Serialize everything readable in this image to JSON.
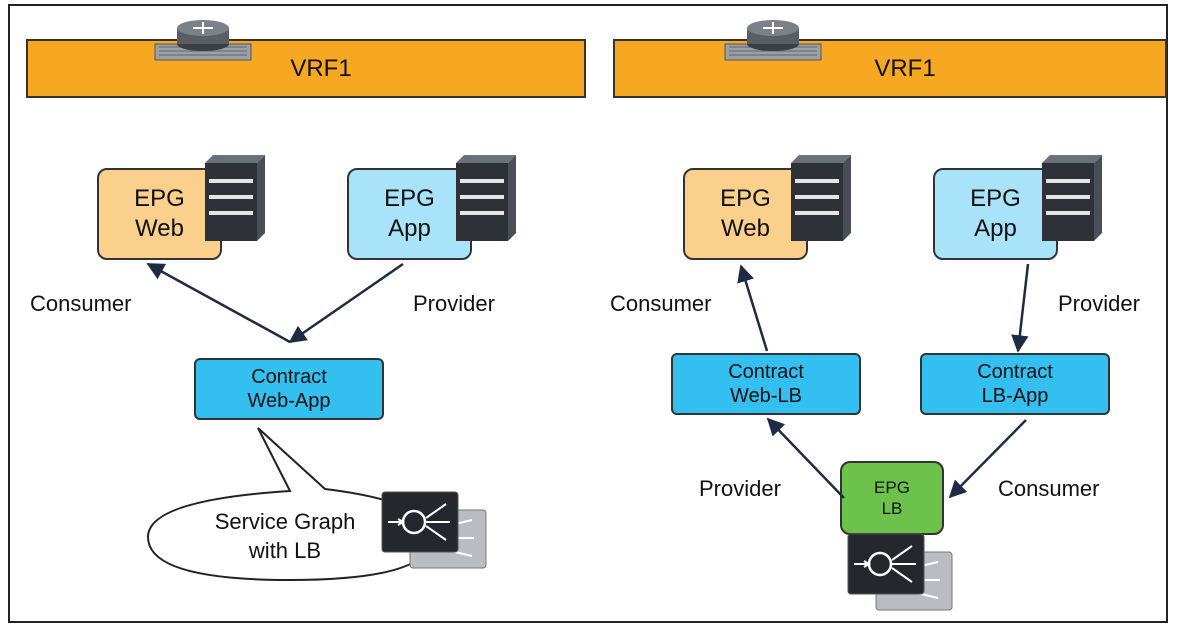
{
  "left": {
    "vrf_label": "VRF1",
    "epg_web": [
      "EPG",
      "Web"
    ],
    "epg_app": [
      "EPG",
      "App"
    ],
    "consumer_label": "Consumer",
    "provider_label": "Provider",
    "contract": [
      "Contract",
      "Web-App"
    ],
    "service_graph": [
      "Service Graph",
      "with LB"
    ]
  },
  "right": {
    "vrf_label": "VRF1",
    "epg_web": [
      "EPG",
      "Web"
    ],
    "epg_app": [
      "EPG",
      "App"
    ],
    "consumer_top_label": "Consumer",
    "provider_top_label": "Provider",
    "contract_web_lb": [
      "Contract",
      "Web-LB"
    ],
    "contract_lb_app": [
      "Contract",
      "LB-App"
    ],
    "provider_bottom_label": "Provider",
    "consumer_bottom_label": "Consumer",
    "epg_lb": [
      "EPG",
      "LB"
    ]
  },
  "icons": {
    "router": "router-icon",
    "server": "server-icon",
    "load_balancer": "load-balancer-icon"
  },
  "colors": {
    "vrf": "#f7a823",
    "epg_web": "#fbd08c",
    "epg_app": "#a9e3f9",
    "contract": "#33bff0",
    "epg_lb": "#6cc24a",
    "arrow": "#1f2a44"
  }
}
